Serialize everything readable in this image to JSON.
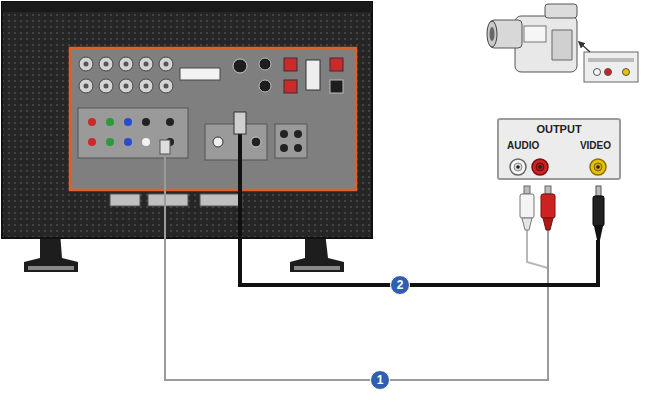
{
  "diagram": {
    "nodes": [
      {
        "text": [
          "OUTPUT",
          "AUDIO",
          "VIDEO"
        ]
      }
    ],
    "labels": [
      "2",
      "1"
    ]
  }
}
